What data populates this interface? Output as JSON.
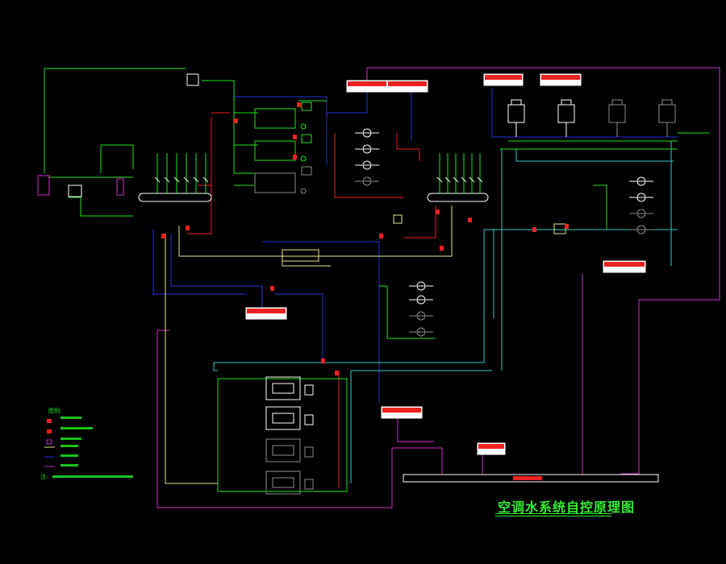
{
  "title": "空调水系统自控原理图",
  "colors": {
    "background": "#000000",
    "green": "#1ee61e",
    "white": "#ffffff",
    "grey": "#8c8c8c",
    "blue": "#2233dd",
    "magenta": "#cc33cc",
    "red": "#ee2222",
    "cyan": "#33cccc",
    "yellow": "#e6e68c",
    "title": "#33ee33"
  },
  "legend": {
    "heading": "图例:",
    "note_label": "注:"
  }
}
